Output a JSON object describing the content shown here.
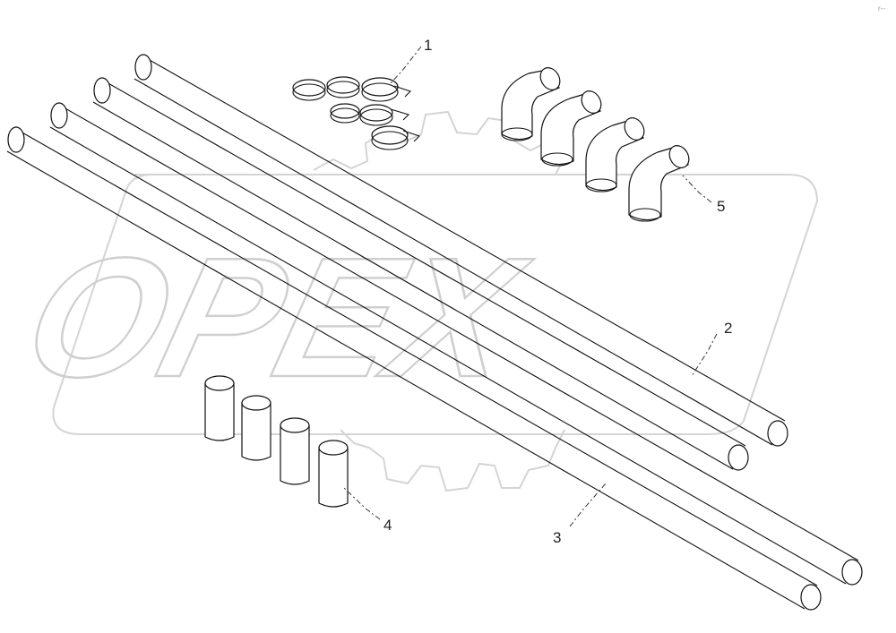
{
  "watermark": {
    "text": "OPEX"
  },
  "callouts": [
    {
      "id": "1",
      "label": "1"
    },
    {
      "id": "2",
      "label": "2"
    },
    {
      "id": "3",
      "label": "3"
    },
    {
      "id": "4",
      "label": "4"
    },
    {
      "id": "5",
      "label": "5"
    }
  ],
  "corner_mark": "r--",
  "colors": {
    "line": "#111111",
    "watermark": "#d0d0d0",
    "background": "#ffffff"
  }
}
